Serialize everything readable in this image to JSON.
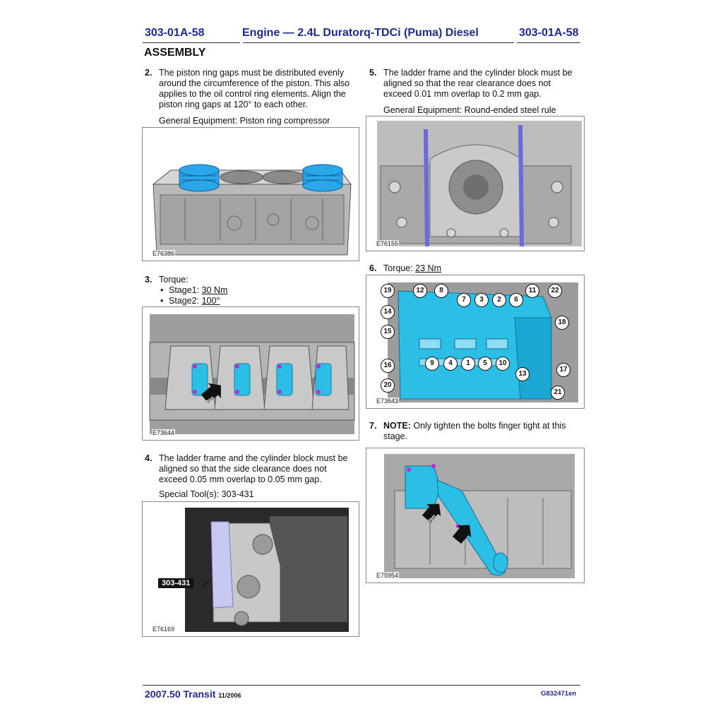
{
  "header": {
    "code_left": "303-01A-58",
    "title": "Engine — 2.4L Duratorq-TDCi (Puma) Diesel",
    "code_right": "303-01A-58"
  },
  "section": "ASSEMBLY",
  "steps": {
    "s2": {
      "num": "2.",
      "text": "The piston ring gaps must be distributed evenly around the circumference of the piston. This also applies to the oil control ring elements. Align the piston ring gaps at 120° to each other.",
      "equipment": "General Equipment: Piston ring compressor",
      "figure": "E76386"
    },
    "s3": {
      "num": "3.",
      "label": "Torque:",
      "stage1_label": "Stage1: ",
      "stage1_value": "30 Nm",
      "stage2_label": "Stage2: ",
      "stage2_value": "100°",
      "figure": "E73644",
      "arrow_label": "Nm"
    },
    "s4": {
      "num": "4.",
      "text": "The ladder frame and the cylinder block must be aligned so that the side clearance does not exceed 0.05 mm overlap to 0.05 mm gap.",
      "tool": "Special Tool(s): 303-431",
      "tool_label": "303-431",
      "figure": "E76169"
    },
    "s5": {
      "num": "5.",
      "text": "The ladder frame and the cylinder block must be aligned so that the rear clearance does not exceed 0.01 mm overlap to 0.2 mm gap.",
      "equipment": "General Equipment: Round-ended steel rule",
      "figure": "E76155"
    },
    "s6": {
      "num": "6.",
      "label": "Torque: ",
      "value": "23 Nm",
      "figure": "E73643",
      "callouts": [
        "19",
        "12",
        "8",
        "7",
        "3",
        "2",
        "6",
        "11",
        "22",
        "14",
        "18",
        "15",
        "9",
        "4",
        "1",
        "5",
        "10",
        "16",
        "13",
        "17",
        "20",
        "21"
      ]
    },
    "s7": {
      "num": "7.",
      "note": "NOTE:",
      "text": " Only tighten the bolts finger tight at this stage.",
      "figure": "E75954",
      "arrow_label": "Nm"
    }
  },
  "footer": {
    "model": "2007.50 Transit",
    "date": "11/2006",
    "doc_id": "G832471en"
  },
  "colors": {
    "header_blue": "#1f2a8f",
    "part_cyan": "#2bbfe6",
    "bolt_magenta": "#c02cc8",
    "rule_blue": "#6a6ad8"
  }
}
